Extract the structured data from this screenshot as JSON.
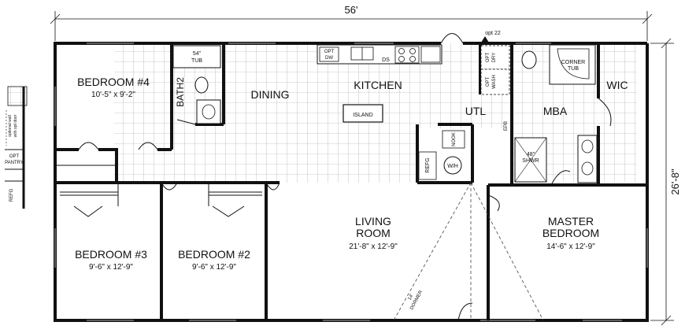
{
  "dimensions": {
    "width": "56'",
    "depth": "26'-8\""
  },
  "rooms": {
    "bedroom4": {
      "name": "BEDROOM #4",
      "size": "10'-5\" x 9'-2\""
    },
    "bedroom3": {
      "name": "BEDROOM #3",
      "size": "9'-6\" x 12'-9\""
    },
    "bedroom2": {
      "name": "BEDROOM #2",
      "size": "9'-6\" x 12'-9\""
    },
    "living": {
      "name_line1": "LIVING",
      "name_line2": "ROOM",
      "size": "21'-8\" x 12'-9\""
    },
    "master": {
      "name_line1": "MASTER",
      "name_line2": "BEDROOM",
      "size": "14'-6\" x 12'-9\""
    },
    "dining": {
      "name": "DINING"
    },
    "kitchen": {
      "name": "KITCHEN"
    },
    "utl": {
      "name": "UTL"
    },
    "mba": {
      "name": "MBA"
    },
    "wic": {
      "name": "WIC"
    },
    "bath2": {
      "name": "BATH2"
    }
  },
  "fixtures": {
    "tub": {
      "line1": "54\"",
      "line2": "TUB"
    },
    "corner_tub": {
      "line1": "CORNER",
      "line2": "TUB"
    },
    "island": "ISLAND",
    "opt_dw": {
      "line1": "OPT",
      "line2": "DW"
    },
    "ds": "DS",
    "opt_dry": {
      "line1": "OPT",
      "line2": "DRY"
    },
    "opt_wash": {
      "line1": "OPT",
      "line2": "WASH"
    },
    "refg": "REFG",
    "wh": "W/H",
    "shower": {
      "line1": "48\"",
      "line2": "SHWR"
    },
    "epb": "EPB",
    "opt22": "opt 22",
    "dormer": {
      "line1": "14'",
      "line2": "DORMER"
    },
    "nook_label": "NOOK"
  },
  "side_detail": {
    "note_line1": "optional wall",
    "note_line2": "with opt door",
    "pantry_line1": "OPT",
    "pantry_line2": "PANTRY",
    "refg": "REFG"
  }
}
